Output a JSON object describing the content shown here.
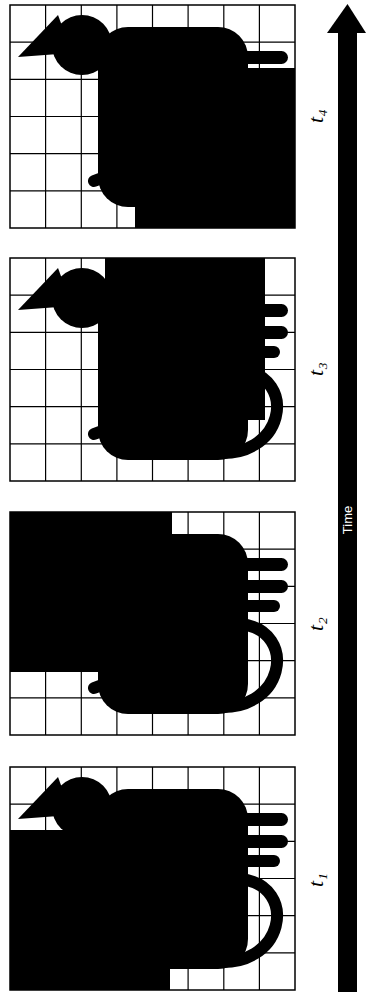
{
  "diagram": {
    "labels": [
      "t₁",
      "t₂",
      "t₃",
      "t₄",
      "Time"
    ]
  }
}
